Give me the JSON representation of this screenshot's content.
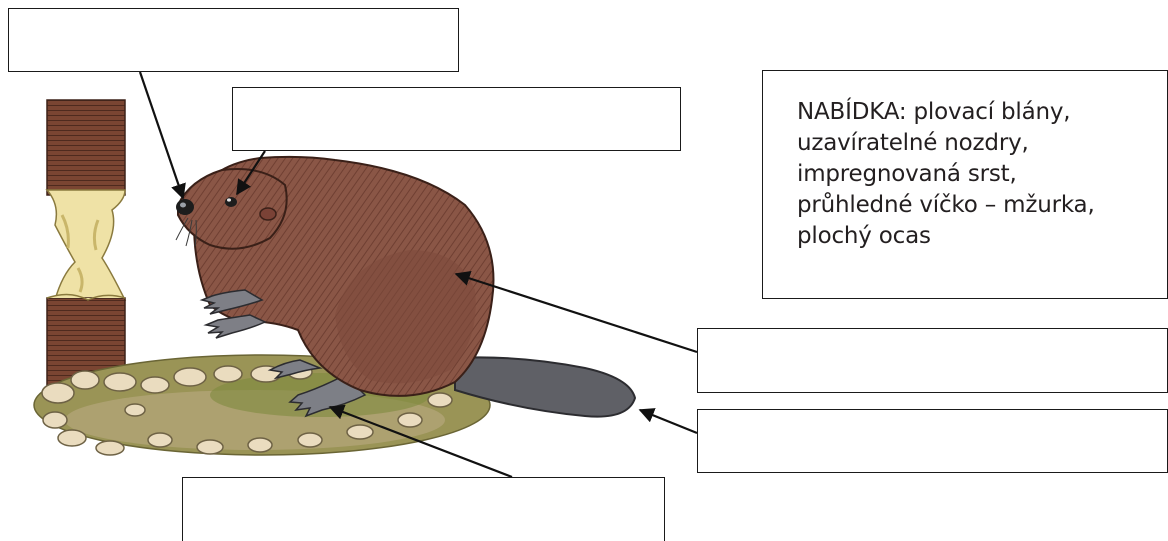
{
  "word_bank": {
    "lines": [
      "NABÍDKA: plovací blány,",
      "uzavíratelné nozdry,",
      "impregnovaná srst,",
      "průhledné víčko – mžurka,",
      "plochý ocas"
    ]
  },
  "answer_boxes": {
    "nostrils": "",
    "eye": "",
    "fur": "",
    "tail": "",
    "webbed_feet": ""
  },
  "colors": {
    "fur": "#8a5646",
    "fur_dark": "#5b3428",
    "tail": "#5e5f64",
    "ground": "#8c8a4e",
    "stump_bark": "#6b3d2c",
    "stump_wood": "#efe2a6",
    "pebbles": "#e9dcc0"
  }
}
